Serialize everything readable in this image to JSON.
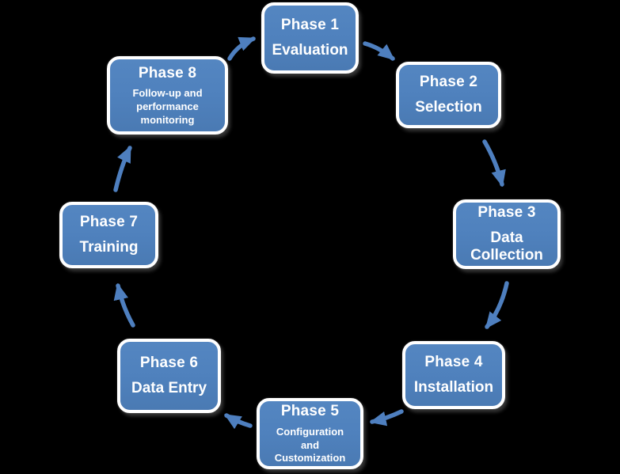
{
  "diagram": {
    "type": "cycle",
    "direction": "clockwise",
    "node_count": 8
  },
  "colors": {
    "background": "#000000",
    "box_fill": "#4f81bd",
    "box_border": "#ffffff",
    "arrow": "#4e7fbf",
    "text": "#ffffff"
  },
  "phases": [
    {
      "title": "Phase 1",
      "subtitle": "Evaluation"
    },
    {
      "title": "Phase 2",
      "subtitle": "Selection"
    },
    {
      "title": "Phase 3",
      "subtitle": "Data\nCollection"
    },
    {
      "title": "Phase 4",
      "subtitle": "Installation"
    },
    {
      "title": "Phase 5",
      "subtitle": "Configuration\nand\nCustomization"
    },
    {
      "title": "Phase 6",
      "subtitle": "Data Entry"
    },
    {
      "title": "Phase 7",
      "subtitle": "Training"
    },
    {
      "title": "Phase 8",
      "subtitle": "Follow-up and\nperformance\nmonitoring"
    }
  ],
  "arrows": [
    {
      "from": "Phase 1",
      "to": "Phase 2"
    },
    {
      "from": "Phase 2",
      "to": "Phase 3"
    },
    {
      "from": "Phase 3",
      "to": "Phase 4"
    },
    {
      "from": "Phase 4",
      "to": "Phase 5"
    },
    {
      "from": "Phase 5",
      "to": "Phase 6"
    },
    {
      "from": "Phase 6",
      "to": "Phase 7"
    },
    {
      "from": "Phase 7",
      "to": "Phase 8"
    },
    {
      "from": "Phase 8",
      "to": "Phase 1"
    }
  ]
}
